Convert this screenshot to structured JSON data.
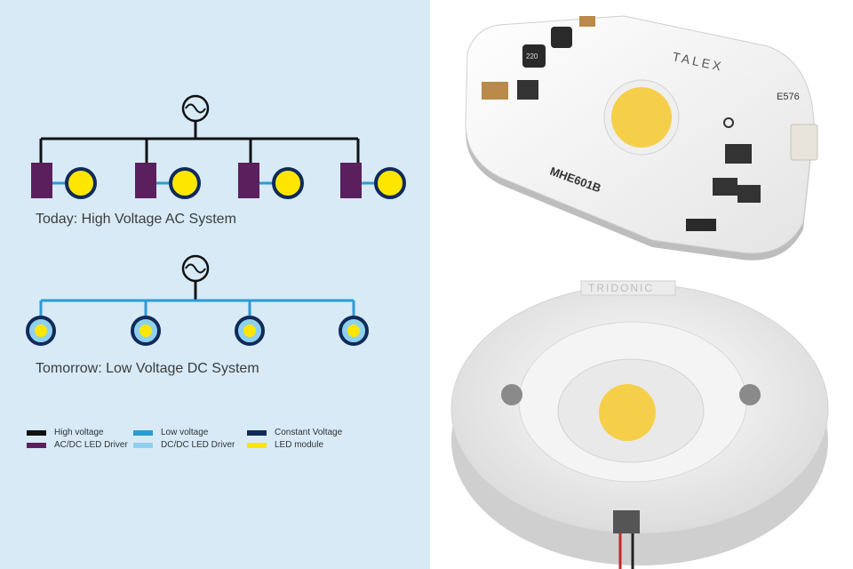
{
  "diagram": {
    "ac_caption": "Today: High Voltage AC System",
    "dc_caption": "Tomorrow: Low Voltage DC System",
    "legend": [
      {
        "label": "High voltage",
        "color": "#111111"
      },
      {
        "label": "AC/DC LED Driver",
        "color": "#5b1f5e"
      },
      {
        "label": "Low voltage",
        "color": "#2b9bd6"
      },
      {
        "label": "DC/DC LED Driver",
        "color": "#8fd0ec"
      },
      {
        "label": "Constant  Voltage",
        "color": "#102a5a"
      },
      {
        "label": "LED module",
        "color": "#ffe600"
      }
    ]
  },
  "photos": {
    "board_brand": "TALEX",
    "board_model": "MHE601B",
    "board_partial_code": "E576",
    "board_component_mark": "220",
    "round_module_brand": "TRIDONIC"
  }
}
